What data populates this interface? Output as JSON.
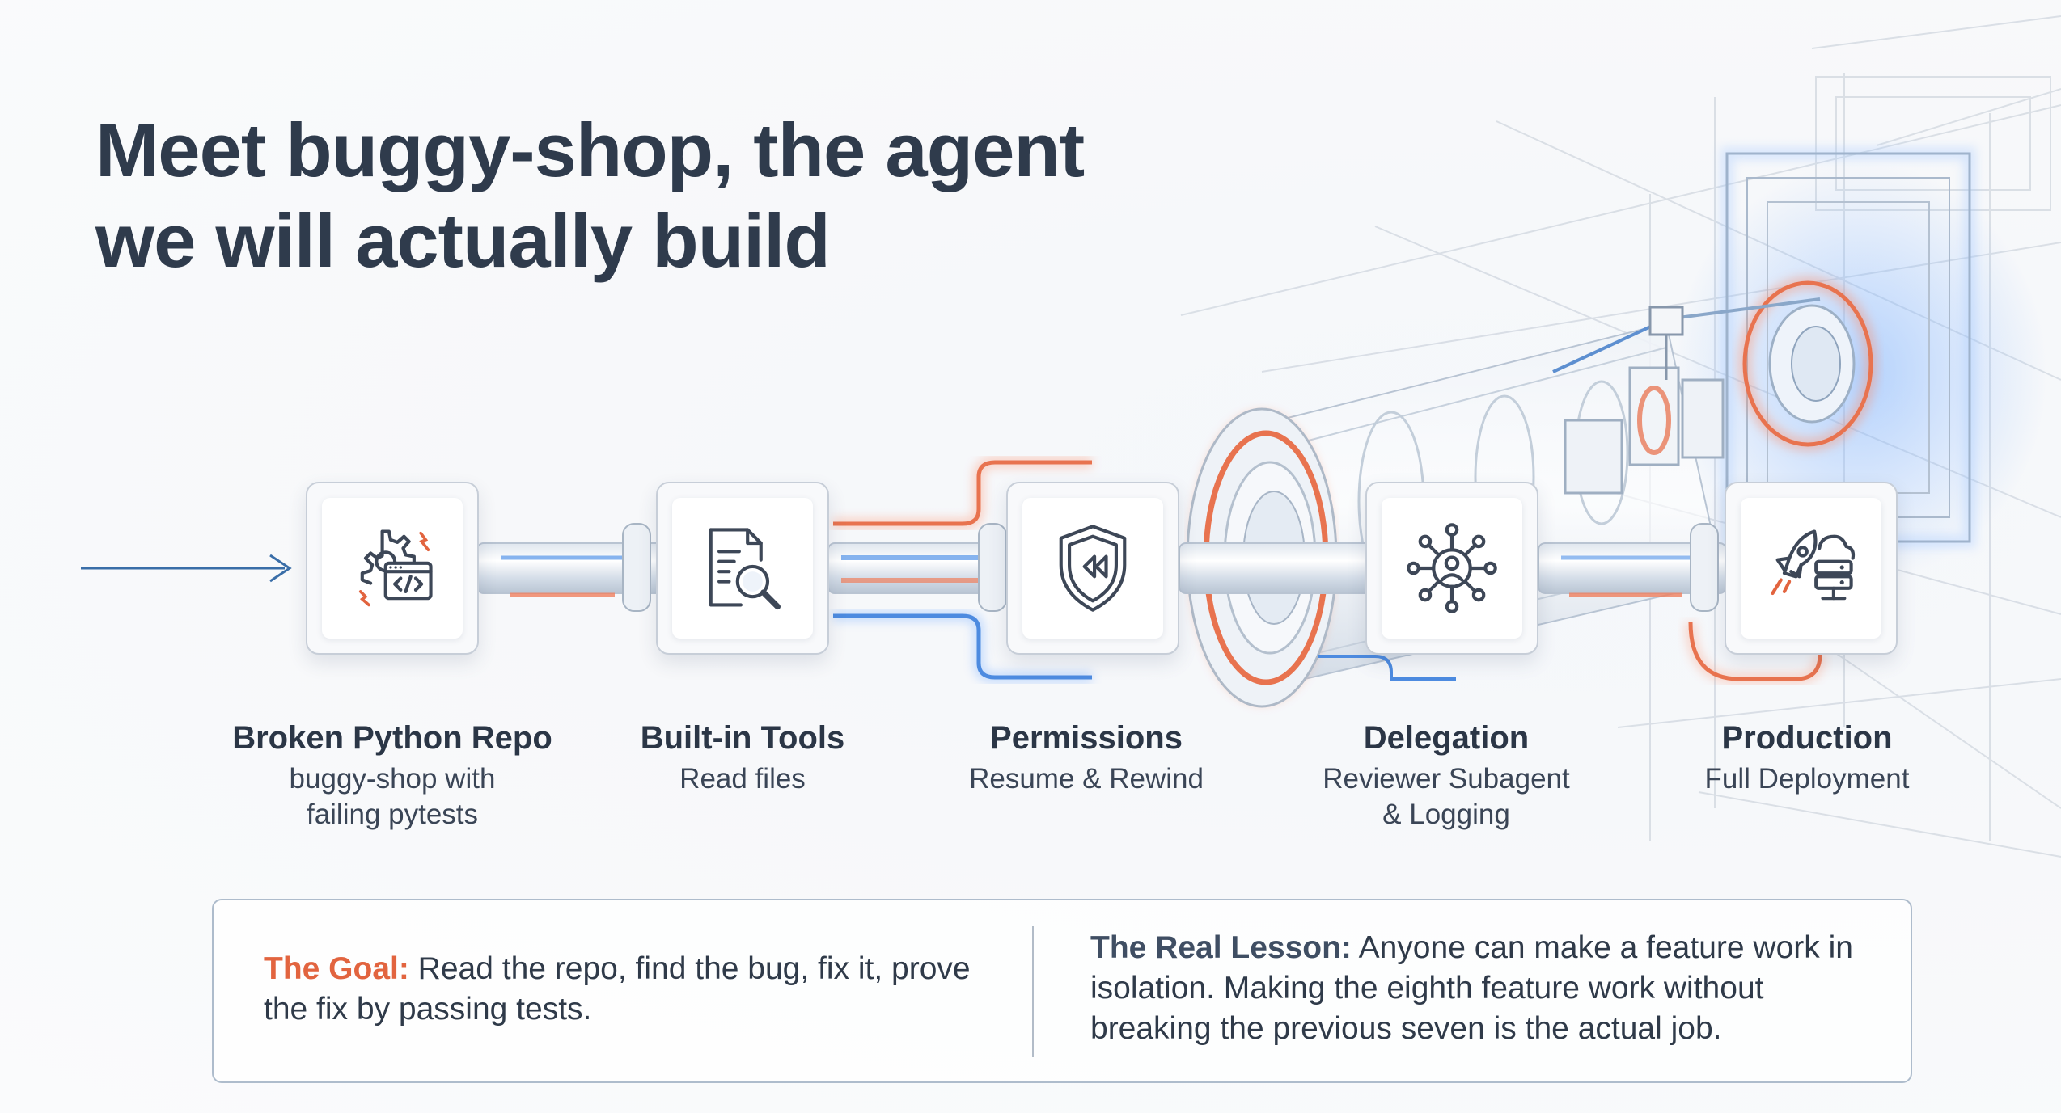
{
  "title": {
    "line1": "Meet buggy-shop, the agent",
    "line2": "we will actually build"
  },
  "colors": {
    "accent_orange": "#e2643f",
    "accent_blue": "#3d7fd6",
    "text_dark": "#2f3b4c"
  },
  "stages": [
    {
      "name": "Broken Python Repo",
      "sub_line1": "buggy-shop with",
      "sub_line2": "failing pytests",
      "icon": "gear-code-icon"
    },
    {
      "name": "Built-in Tools",
      "sub_line1": "Read files",
      "sub_line2": "",
      "icon": "document-search-icon"
    },
    {
      "name": "Permissions",
      "sub_line1": "Resume & Rewind",
      "sub_line2": "",
      "icon": "shield-rewind-icon"
    },
    {
      "name": "Delegation",
      "sub_line1": "Reviewer Subagent",
      "sub_line2": "& Logging",
      "icon": "network-user-icon"
    },
    {
      "name": "Production",
      "sub_line1": "Full Deployment",
      "sub_line2": "",
      "icon": "rocket-cloud-icon"
    }
  ],
  "goal": {
    "heading": "The Goal:",
    "text": " Read the repo, find the bug, fix it, prove the fix by passing tests."
  },
  "lesson": {
    "heading": "The Real Lesson:",
    "text": " Anyone can make a feature work in isolation. Making the eighth feature work without breaking the previous seven is the actual job."
  }
}
